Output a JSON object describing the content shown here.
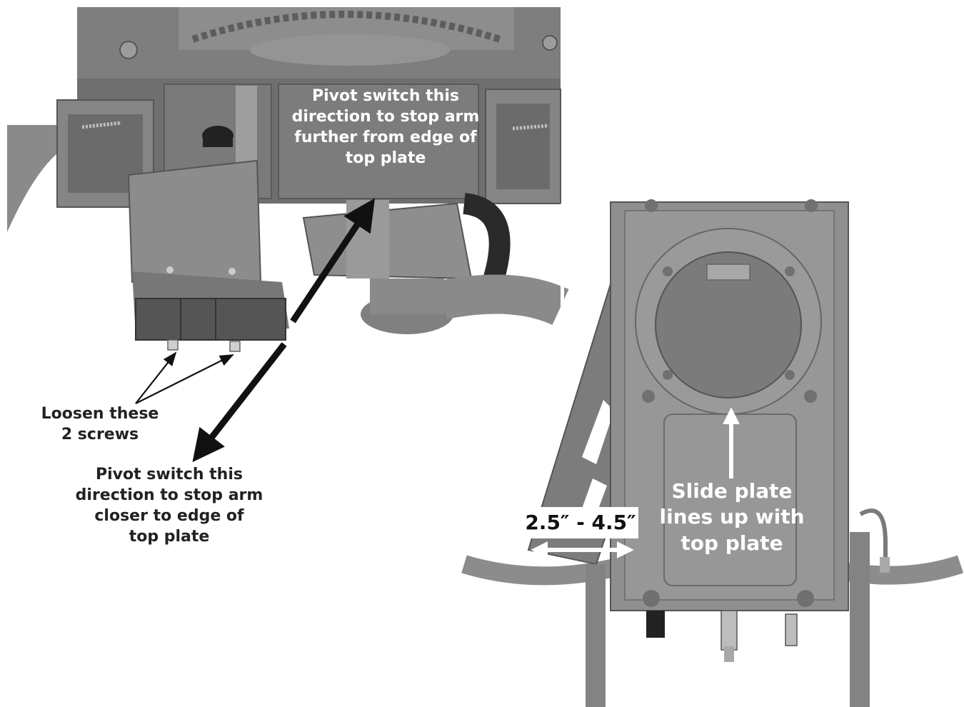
{
  "callouts": {
    "pivot_further": "Pivot switch this\ndirection to stop arm\nfurther from edge of\ntop plate",
    "loosen_screws": "Loosen these\n2 screws",
    "pivot_closer": "Pivot switch this\ndirection to stop arm\ncloser to edge of\ntop plate",
    "slide_plate": "Slide plate\nlines up with\ntop plate",
    "distance_range": "2.5″ - 4.5″"
  }
}
